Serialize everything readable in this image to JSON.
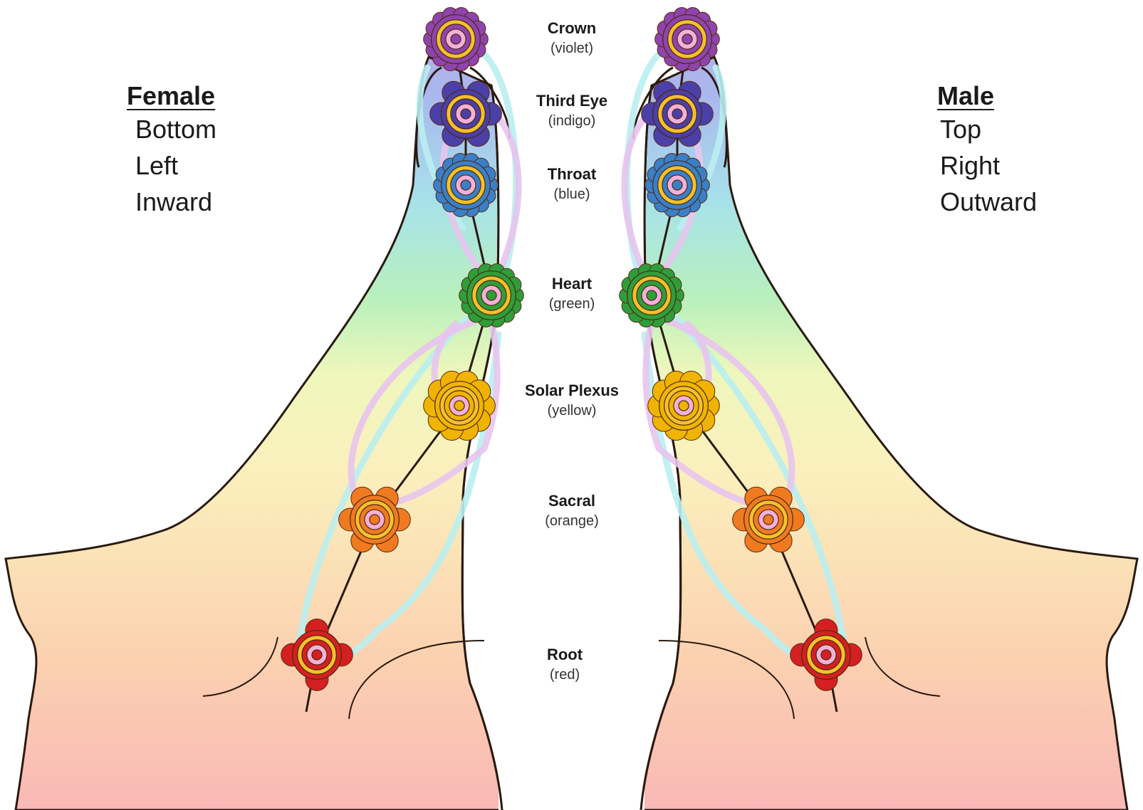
{
  "legend": {
    "female": {
      "title": "Female",
      "items": [
        "Bottom",
        "Left",
        "Inward"
      ]
    },
    "male": {
      "title": "Male",
      "items": [
        "Top",
        "Right",
        "Outward"
      ]
    }
  },
  "chakras": [
    {
      "name": "Crown",
      "color_name": "(violet)",
      "color": "#8e44ad"
    },
    {
      "name": "Third Eye",
      "color_name": "(indigo)",
      "color": "#4b3fa8"
    },
    {
      "name": "Throat",
      "color_name": "(blue)",
      "color": "#3a7fc8"
    },
    {
      "name": "Heart",
      "color_name": "(green)",
      "color": "#2e9e3a"
    },
    {
      "name": "Solar Plexus",
      "color_name": "(yellow)",
      "color": "#f0b400"
    },
    {
      "name": "Sacral",
      "color_name": "(orange)",
      "color": "#f07a20"
    },
    {
      "name": "Root",
      "color_name": "(red)",
      "color": "#d42020"
    }
  ]
}
